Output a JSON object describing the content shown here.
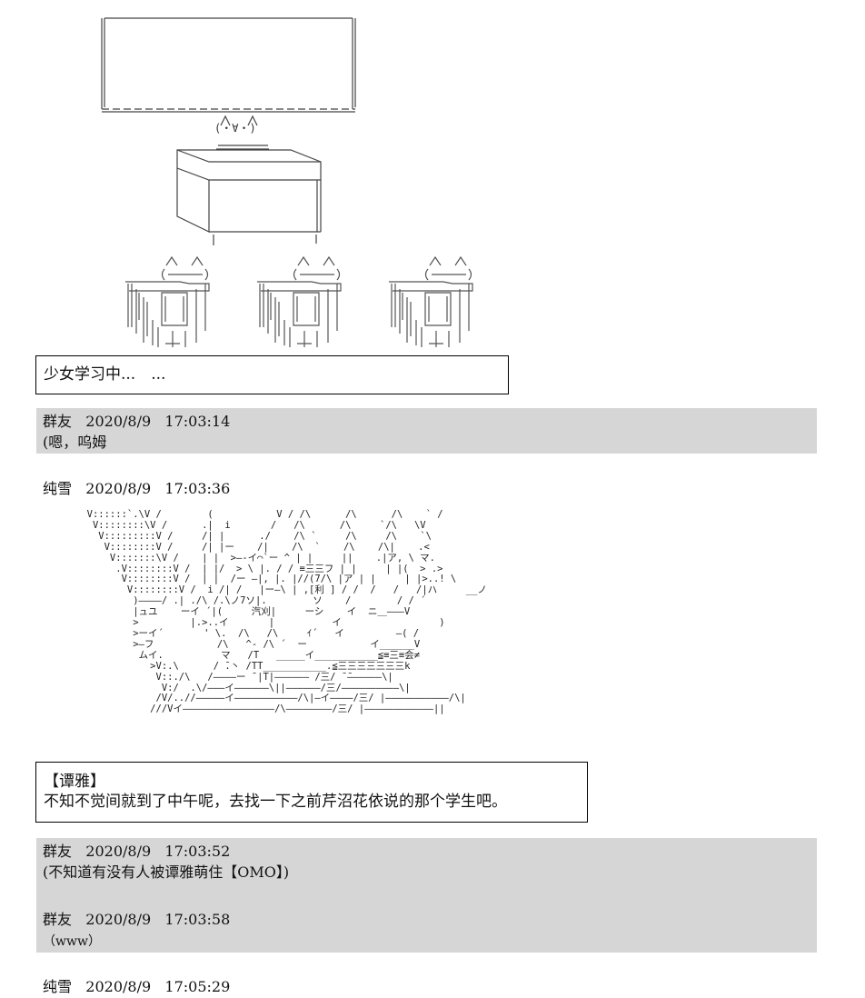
{
  "narration_1": "少女学习中...　...",
  "posts": [
    {
      "name": "群友",
      "date": "2020/8/9",
      "time": "17:03:14",
      "text": "(嗯，呜姆"
    },
    {
      "name": "纯雪",
      "date": "2020/8/9",
      "time": "17:03:36"
    },
    {
      "name": "群友",
      "date": "2020/8/9",
      "time": "17:03:52",
      "text": "(不知道有没有人被谭雅萌住【OMO】)"
    },
    {
      "name": "群友",
      "date": "2020/8/9",
      "time": "17:03:58",
      "text": "（www）"
    },
    {
      "name": "纯雪",
      "date": "2020/8/9",
      "time": "17:05:29"
    }
  ],
  "speech_box": {
    "speaker": "【谭雅】",
    "line": "不知不觉间就到了中午呢，去找一下之前芹沼花依说的那个学生吧。"
  },
  "cat_face": "(・∀・)",
  "art_block": "  V::::::`.\\V /        (           V / /\\      /\\      /\\    ` /\n   V::::::::\\V /      .|  i       /   /\\      /\\     `/\\   \\V\n    V:::::::::V /     /| |      ./    /\\ `     /\\     /\\    `\\\n     V::::::::V /     /| |ー    /|    /\\  `    /\\    /\\|    .<\n      V:::::::\\V /    | |  >―‐イ⌒`ー ^ | |     ||    .|ア, \\ マ.\n       .V::::::::V /  | |/  > \\ |. / / ≡三三フ | |     | |(  > .>\n        V::::::::V /  | |  /ー ―|, |. |//(7/\\ |ア | |     | |>..! \\\n         V::::::::V /  i /| /   |ー―\\ | ,[利 ] / /  /   /   /|ハ     __ノ\n          )――――/ .| ./\\ /.\\ノ7ソ|.        ソ    /        / / ´\n          |ュユ    ーイ ´|(     汽刈|     ーシ    イ  ニ＿―――V\n          >         |.>..イ       |          イ                 )\n          >ーイ´       ' \\.  /\\   /\\     ｲ´   イ         ―( /\n          >―フ           /\\   ^- /\\ ´  ー           イ______V\n           ムイ.          マ   /T   _____イ___________≦≡三≡会≠\n             >V:.\\      / ̄.丶 /TT___________.≦三三三三三三三k\n              V::./\\   /――――ー ̄ |T|―――――― /三/ ̄ ̄――――――\\|\n               V:/  .\\/―――イ――――――\\||――――――/三/――――――――――\\|\n              /V/..//―――――イ―――――――――――/\\|―イ――――/三/ |―――――――――――/\\|\n             ///Vイ――――――――――――――――/\\――――――――/三/ |――――――――――――||"
}
